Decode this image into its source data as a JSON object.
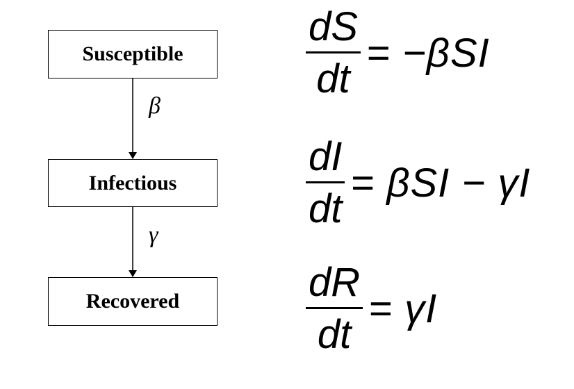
{
  "compartments": {
    "susceptible": "Susceptible",
    "infectious": "Infectious",
    "recovered": "Recovered"
  },
  "rates": {
    "beta": "β",
    "gamma": "γ"
  },
  "equations": [
    {
      "num": "dS",
      "den": "dt",
      "rhs": "= −βSI"
    },
    {
      "num": "dI",
      "den": "dt",
      "rhs": "= βSI − γI"
    },
    {
      "num": "dR",
      "den": "dt",
      "rhs": "= γI"
    }
  ]
}
